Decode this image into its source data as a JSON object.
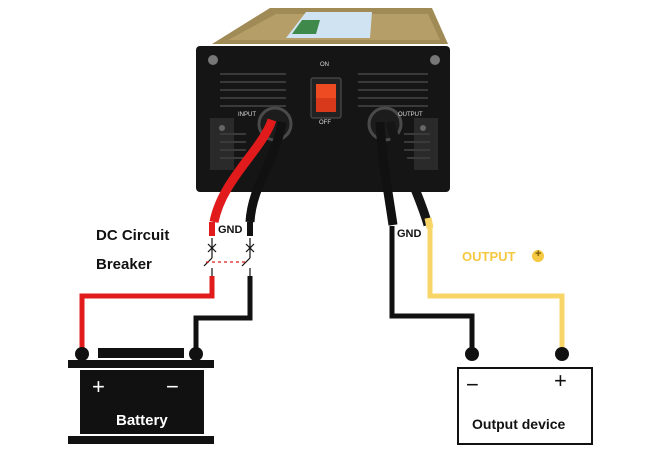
{
  "inverter": {
    "on_label": "ON",
    "off_label": "OFF",
    "input_label": "INPUT",
    "output_label": "OUTPUT"
  },
  "breaker": {
    "label_line1": "DC Circuit",
    "label_line2": "Breaker",
    "gnd_label": "GND"
  },
  "output_side": {
    "gnd_label": "GND",
    "output_label": "OUTPUT",
    "plus_symbol": "+"
  },
  "battery": {
    "label": "Battery",
    "plus": "+",
    "minus": "−"
  },
  "device": {
    "label": "Output device",
    "plus": "+",
    "minus": "−"
  },
  "colors": {
    "positive_wire": "#e11b1b",
    "ground_wire": "#111111",
    "output_wire": "#f7d567",
    "output_label": "#f5c842",
    "inverter_body": "#151515",
    "inverter_case": "#a08a56"
  }
}
